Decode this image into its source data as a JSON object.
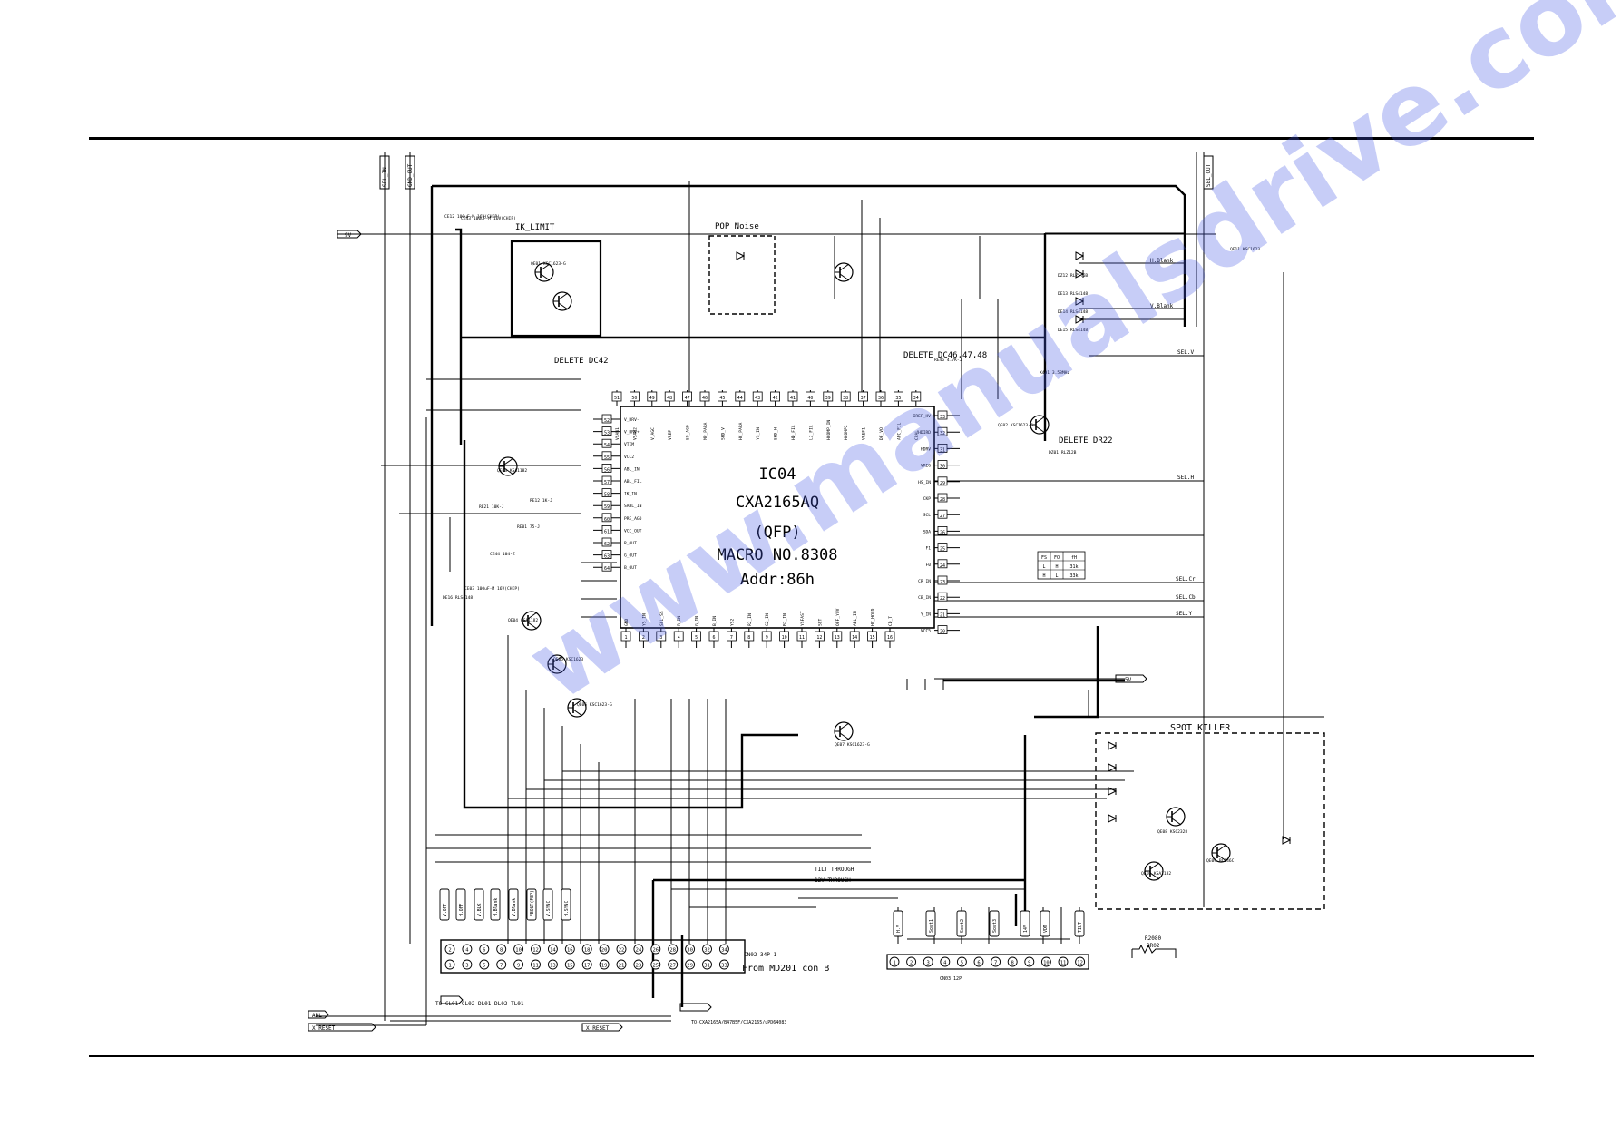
{
  "ic": {
    "ref": "IC04",
    "part": "CXA2165AQ",
    "package": "(QFP)",
    "macro": "MACRO NO.8308",
    "addr": "Addr:86h"
  },
  "blocks": {
    "ik_limit": "IK_LIMIT",
    "pop_noise": "POP_Noise",
    "spot_killer": "SPOT KILLER",
    "delete_dc42": "DELETE DC42",
    "delete_dc46": "DELETE DC46,47,48",
    "delete_dr22": "DELETE DR22"
  },
  "connector": {
    "name": "CN02 34P 1",
    "from": "From MD201 con B",
    "chip_note": "TO-CL01-CL02-DL01-DL02-TL01",
    "to_ic_note": "TO-CXA2165A/B47B5F/CXA2165/uPD64083",
    "pins_top": [
      "2",
      "4",
      "6",
      "8",
      "10",
      "12",
      "14",
      "16",
      "18",
      "20",
      "22",
      "24",
      "26",
      "28",
      "30",
      "32",
      "34"
    ],
    "pins_bottom": [
      "1",
      "3",
      "5",
      "7",
      "9",
      "11",
      "13",
      "15",
      "17",
      "19",
      "21",
      "23",
      "25",
      "27",
      "29",
      "31",
      "33"
    ]
  },
  "cn03": {
    "name": "CN03 12P",
    "pins": [
      "1",
      "2",
      "3",
      "4",
      "5",
      "6",
      "7",
      "8",
      "9",
      "10",
      "11",
      "12"
    ],
    "labels": [
      "H.V",
      "Sout1",
      "Sout2",
      "Sout3",
      "14V",
      "VDM",
      "TILT"
    ]
  },
  "ports": {
    "left": [
      "9V",
      "ABL",
      "X_RESET"
    ],
    "top": [
      "SEL_IN",
      "GND_OUT",
      "SEL_OUT"
    ],
    "right": [
      "H.Blank",
      "V.Blank",
      "SEL.V",
      "SEL.H",
      "SEL.Cr",
      "SEL.Cb",
      "SEL.Y",
      "5V"
    ],
    "bottom_labels": [
      "V.OFF",
      "H.OFF",
      "V.BLK",
      "H.Blank",
      "V.Blank",
      "FBOUT(FBP)",
      "V.SYNC",
      "H.SYNC"
    ],
    "tilt": [
      "TILT THROUGH",
      "12V THROUGH"
    ]
  },
  "pins_left": [
    "52 V_DRV-",
    "53 V_DRV+",
    "54 VTIM",
    "55 VCC2",
    "56 ABL_IN",
    "57 ABL_FIL",
    "58 IK_IN",
    "59 SABL_IN",
    "60 PRE_AGO",
    "61 VCC_OUT",
    "62 R_OUT",
    "63 G_OUT",
    "64 B_OUT"
  ],
  "pins_top": [
    "51 VSAW1",
    "50 VSAW2",
    "49 V_AGC",
    "48 VREF",
    "47 SP_AGO",
    "46 MP_PARA",
    "45 SHD_V",
    "44 HC_PARA",
    "43 YS_IN",
    "42 SHD_H",
    "41 HD_FIL",
    "40 L2_FIL",
    "39 HCOMP_IN",
    "38 HCOMP2",
    "37 VREF1",
    "36 DF_VO",
    "35 AFC_FIL",
    "34 CPAL"
  ],
  "pins_right": [
    "33 IREF_HV",
    "32 HDIRD",
    "31 HDRV",
    "30 VREG",
    "29 HS_IN",
    "28 CKP",
    "27 SCL",
    "26 SDA",
    "25 F1",
    "24 F0",
    "23 CR_IN",
    "22 CB_IN",
    "21 Y_IN",
    "20 VCC5"
  ],
  "pins_bottom": [
    "1 GND",
    "2 YS_IN",
    "3 SCL_SS",
    "4 R_IN",
    "5 G_IN",
    "6 B_IN",
    "7 YS2",
    "8 R2_IN",
    "9 G2_IN",
    "10 B2_IN",
    "11 YSFAST",
    "12 SET",
    "13 OFF_YUV",
    "14 ABL_IN",
    "15 HV_HOLD",
    "16 CD_T"
  ],
  "fs_table": {
    "headers": [
      "FS",
      "FO",
      "fH"
    ],
    "rows": [
      [
        "L",
        "H",
        "31k"
      ],
      [
        "H",
        "L",
        "33k"
      ]
    ]
  },
  "parts": [
    "QE01 KSC1623-G",
    "QE02 KSC1623-G",
    "QE03 KSA1182",
    "QE04 KSA1182",
    "QE05 KSC1623",
    "QE06 KSC1623-G",
    "QE07 KSC1623-G",
    "QE08 KSC2328",
    "QE09 BC846C",
    "QE10 KSA1182",
    "QE11 KSC1623",
    "DZ01 RLZ12B",
    "DZ12 RLZ5.6B",
    "DE13 RLS4148",
    "DE14 RLS4148",
    "DE15 RLS4148",
    "DE16 RLS4148",
    "CE03 100uF-M 16V(CHIP)",
    "CE12 100uF-M 16V(CHIP)",
    "CE43 100uF-M 16V(CHIP)",
    "CE44 104-Z",
    "RE01 75-J",
    "RE12 1K-J",
    "RE21 10K-J",
    "RE46 4.7K-J",
    "X401 3.58MHz"
  ],
  "testpoint": [
    "R2080",
    "BR02"
  ],
  "watermark": "www.manualsdrive.com"
}
